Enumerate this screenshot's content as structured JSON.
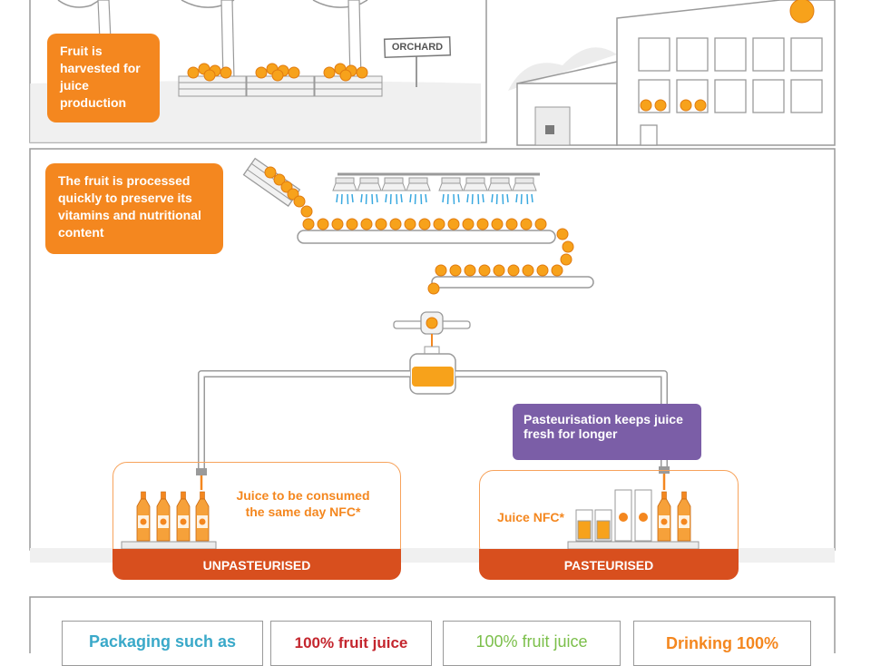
{
  "steps": {
    "harvest": "Fruit is harvested for juice production",
    "process": "The fruit is processed quickly to preserve its vitamins and nutritional content",
    "pasteurise": "Pasteurisation keeps juice fresh for longer"
  },
  "sign": "ORCHARD",
  "juice": {
    "unpasteurised_note": "Juice to be consumed the same day NFC*",
    "pasteurised_note": "Juice NFC*"
  },
  "bands": {
    "left": "UNPASTEURISED",
    "right": "PASTEURISED"
  },
  "cards": [
    {
      "text": "Packaging such as",
      "color": "#3aa9c9"
    },
    {
      "text": "100% fruit juice",
      "color": "#c4262e"
    },
    {
      "text": "100% fruit juice",
      "color": "#7bbf4a"
    },
    {
      "text": "Drinking 100%",
      "color": "#f4871f"
    }
  ],
  "colors": {
    "orange": "#f4871f",
    "purple": "#7b5ea7",
    "band": "#d84f1e",
    "line": "#9a9a9a"
  }
}
